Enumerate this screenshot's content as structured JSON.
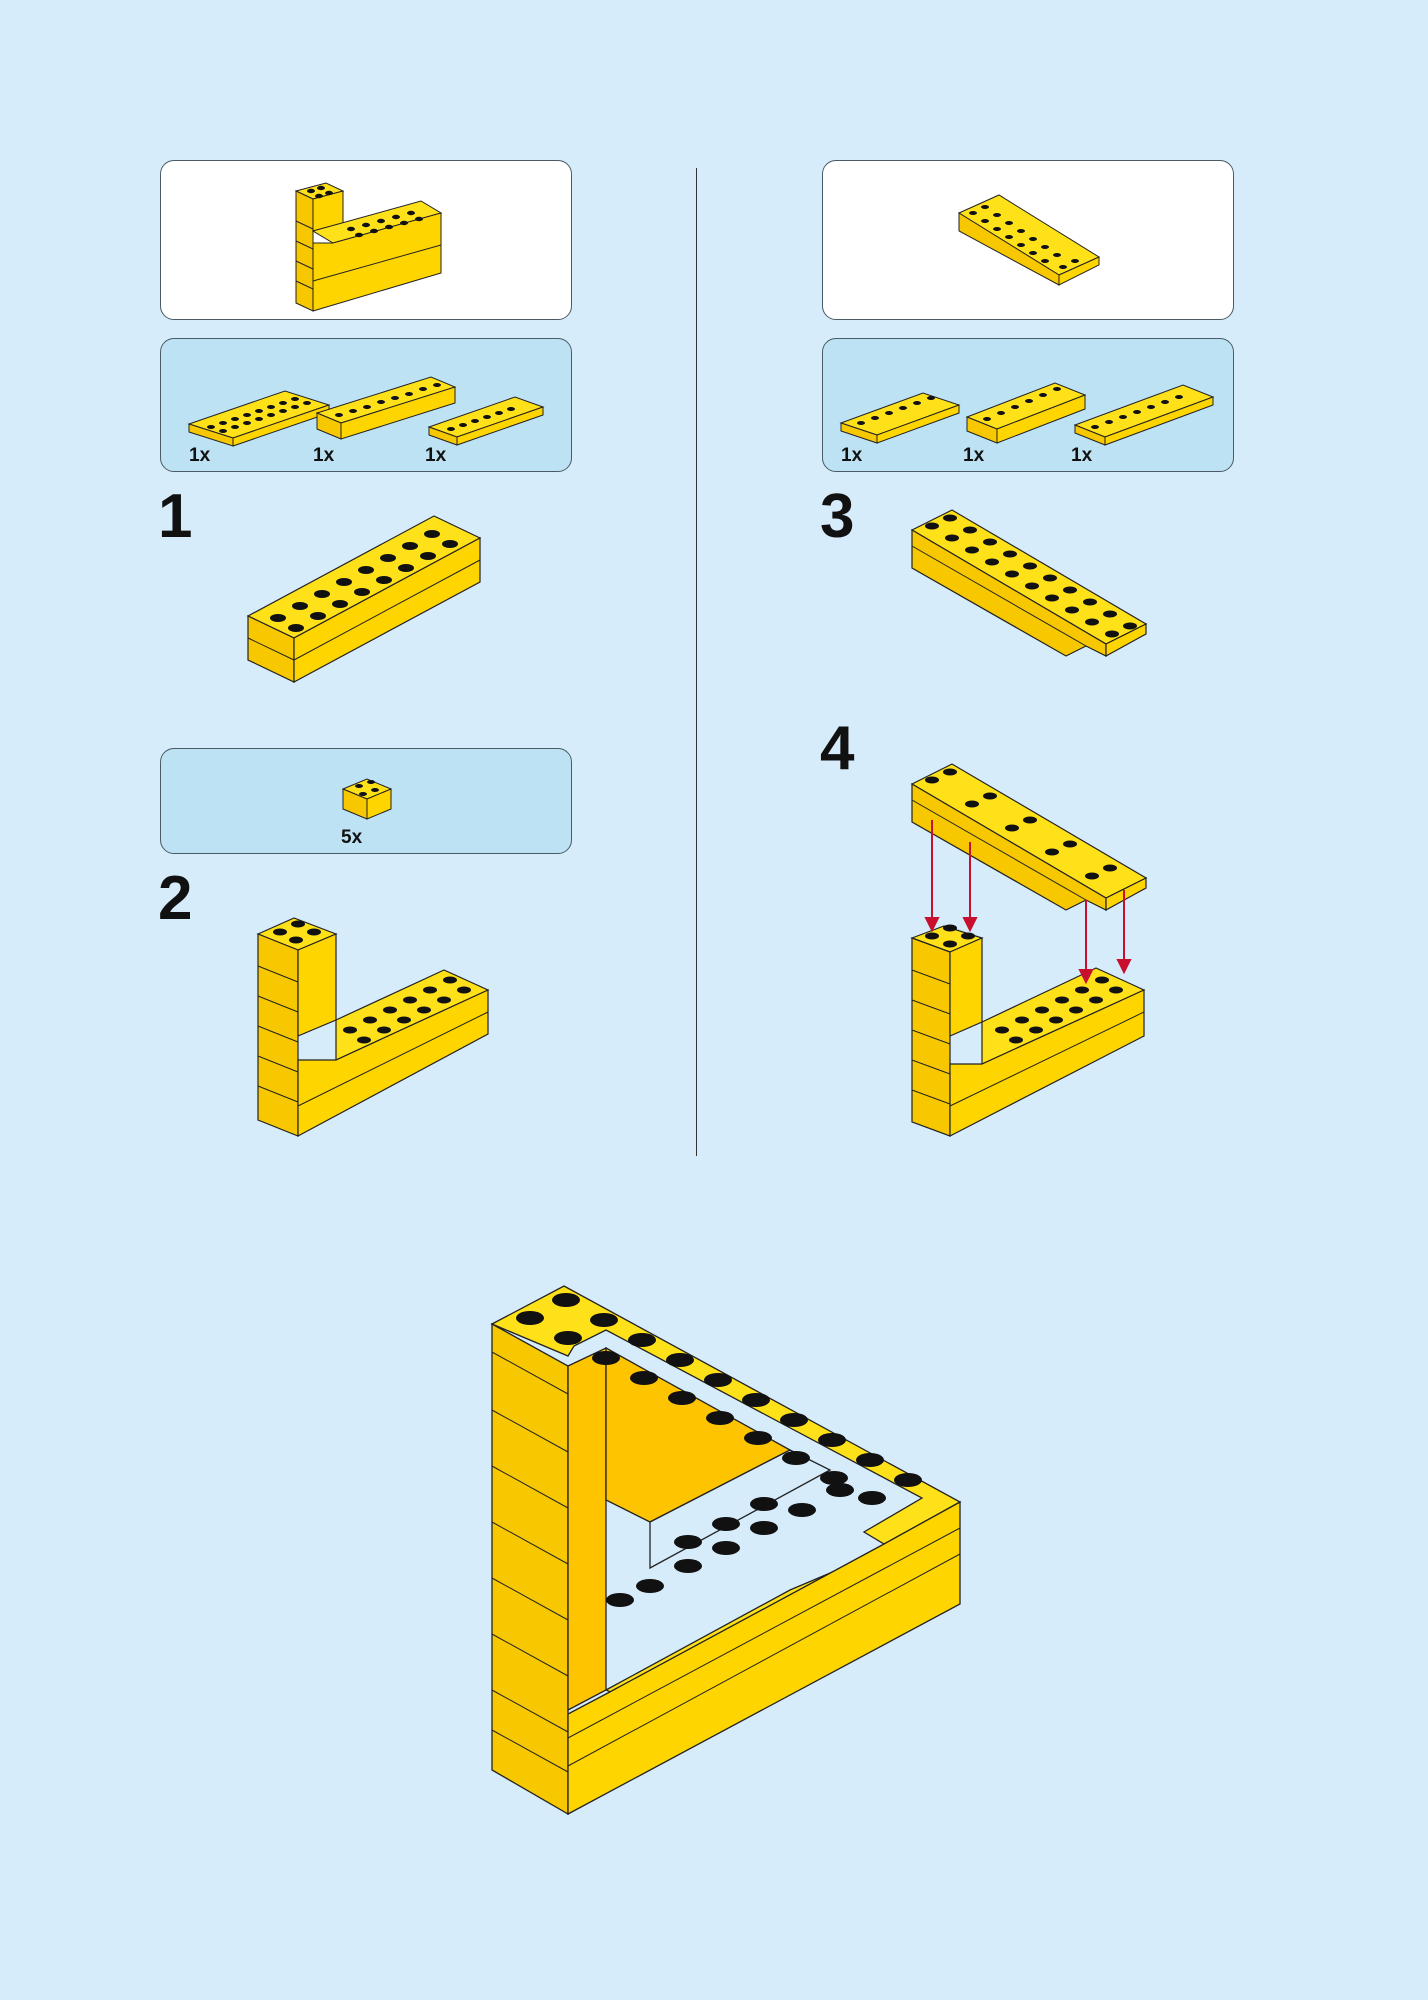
{
  "steps": [
    {
      "number": "1"
    },
    {
      "number": "2"
    },
    {
      "number": "3"
    },
    {
      "number": "4"
    }
  ],
  "parts": {
    "step1": [
      "1x",
      "1x",
      "1x"
    ],
    "step2": [
      "5x"
    ],
    "step3": [
      "1x",
      "1x",
      "1x"
    ]
  },
  "colors": {
    "background": "#d6ecfa",
    "callout_blue": "#bde2f3",
    "brick_top": "#ffe11a",
    "brick_left": "#f7c800",
    "brick_right": "#ffd500",
    "arrow": "#c8102e"
  }
}
